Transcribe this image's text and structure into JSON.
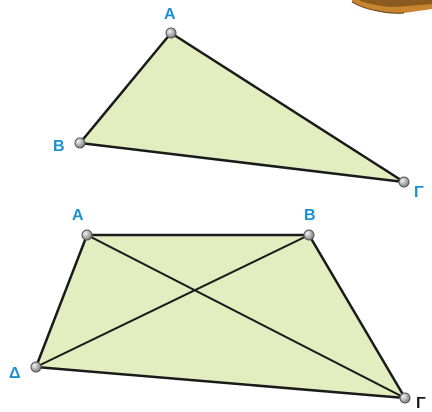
{
  "colors": {
    "fill": "#e4edbf",
    "stroke": "#1a1a1a",
    "label": "#1b8fd6",
    "point_light": "#e6e6e6",
    "point_dark": "#7a7a7a"
  },
  "triangle": {
    "labels": {
      "A": "Α",
      "B": "Β",
      "C": "Γ"
    }
  },
  "trapezoid": {
    "labels": {
      "A": "Α",
      "B": "Β",
      "C": "Γ",
      "D": "Δ"
    },
    "diagonals": true
  },
  "decoration": {
    "icon": "pencil-icon"
  }
}
